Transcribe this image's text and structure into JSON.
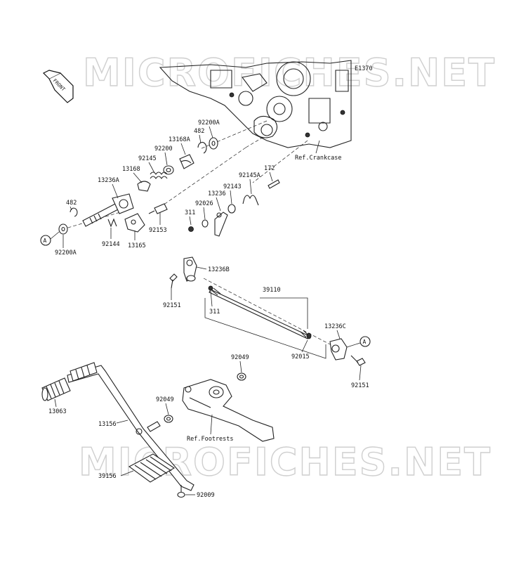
{
  "diagram": {
    "figure_code": "E1370",
    "front_arrow_label": "FRONT",
    "watermark": "MICROFICHES.NET",
    "references": {
      "crankcase": "Ref.Crankcase",
      "footrests": "Ref.Footrests"
    },
    "callouts": {
      "ref_a_left": "A",
      "ref_a_right": "A"
    },
    "part_labels": {
      "p92200A_top": "92200A",
      "p482_top": "482",
      "p13168A": "13168A",
      "p92200": "92200",
      "p92145": "92145",
      "p13168": "13168",
      "p13236A": "13236A",
      "p482_left": "482",
      "p92200A_left": "92200A",
      "p92144": "92144",
      "p13165": "13165",
      "p92153": "92153",
      "p311_top": "311",
      "p92026": "92026",
      "p92143": "92143",
      "p13236": "13236",
      "p92145A": "92145A",
      "p172": "172",
      "p13236B": "13236B",
      "p92151_left": "92151",
      "p311_mid": "311",
      "p39110": "39110",
      "p13236C": "13236C",
      "p92015": "92015",
      "p92151_right": "92151",
      "p92049_top": "92049",
      "p92049_mid": "92049",
      "p13063": "13063",
      "p13156": "13156",
      "p39156": "39156",
      "p92009": "92009"
    }
  }
}
